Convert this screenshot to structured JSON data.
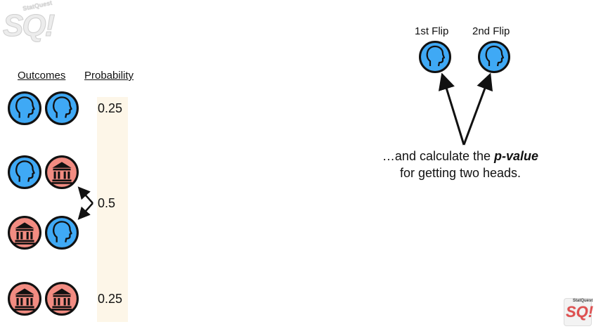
{
  "logo": {
    "big": "SQ!",
    "small": "StatQuest"
  },
  "headers": {
    "outcomes": "Outcomes",
    "probability": "Probability"
  },
  "probabilities": {
    "row1": "0.25",
    "middle": "0.5",
    "row4": "0.25"
  },
  "outcome_rows": [
    [
      "heads",
      "heads"
    ],
    [
      "heads",
      "tails"
    ],
    [
      "tails",
      "heads"
    ],
    [
      "tails",
      "tails"
    ]
  ],
  "flips": {
    "first": "1st Flip",
    "second": "2nd Flip"
  },
  "caption": {
    "line1_prefix": "…and calculate the ",
    "line1_bold": "p-value",
    "line2": "for getting two heads."
  },
  "colors": {
    "heads": "#3fa9f5",
    "tails": "#f28c82",
    "band": "#fdf6e8"
  },
  "icons": {
    "heads": "head-silhouette-icon",
    "tails": "building-icon"
  }
}
